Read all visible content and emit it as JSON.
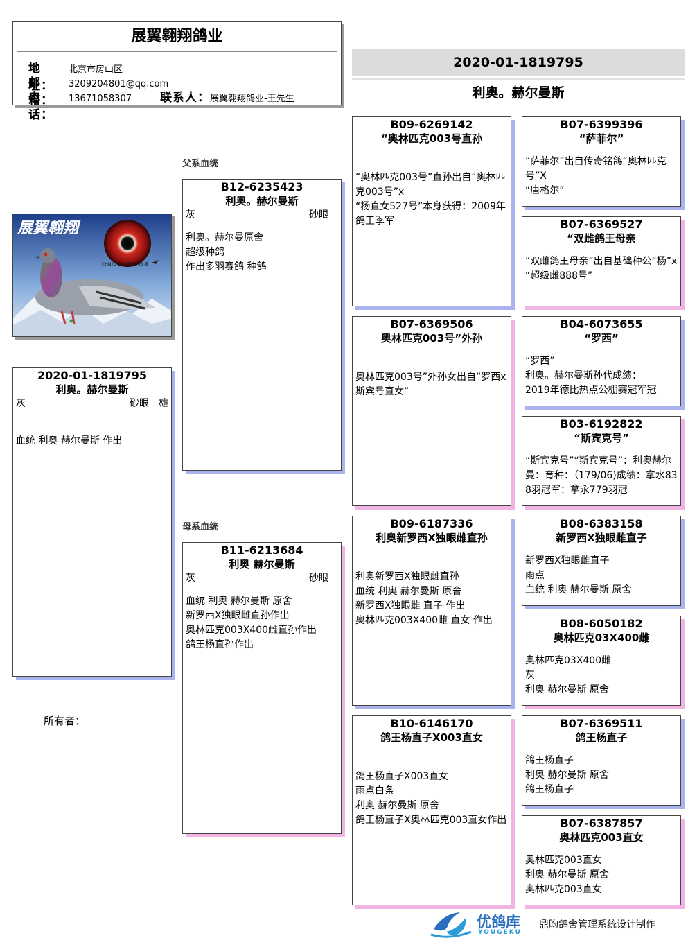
{
  "company": {
    "name": "展翼翱翔鸽业",
    "address_label": "地 址：",
    "address": "北京市房山区",
    "email_label": "邮 箱：",
    "email": "3209204801@qq.com",
    "phone_label": "电 话：",
    "phone": "13671058307",
    "contact_label": "联系人：",
    "contact": "展翼翱翔鸽业-王先生"
  },
  "header": {
    "ring": "2020-01-1819795",
    "name": "利奥。赫尔曼斯"
  },
  "sections": {
    "sire_line": "父系血统",
    "dam_line": "母系血统"
  },
  "photo": {
    "logo_text": "展翼翱翔",
    "caption": "CHN20-01-1819795 雄"
  },
  "subject": {
    "ring": "2020-01-1819795",
    "name": "利奥。赫尔曼斯",
    "color": "灰",
    "eye": "砂眼",
    "sex": "雄",
    "notes": "血统 利奥 赫尔曼斯 作出"
  },
  "owner": {
    "label": "所有者："
  },
  "sire": {
    "ring": "B12-6235423",
    "name": "利奥。赫尔曼斯",
    "color": "灰",
    "eye": "砂眼",
    "notes": "利奥。赫尔曼原舍\n超级种鸽\n作出多羽赛鸽 种鸽"
  },
  "dam": {
    "ring": "B11-6213684",
    "name": "利奥 赫尔曼斯",
    "color": "灰",
    "eye": "砂眼",
    "notes": "血统 利奥 赫尔曼斯 原舍\n新罗西X独眼雌直孙作出\n奥林匹克003X400雌直孙作出\n鸽王杨直孙作出"
  },
  "grandparents": [
    {
      "ring": "B09-6269142",
      "name": "“奥林匹克003号直孙",
      "notes": "“奥林匹克003号”直孙出自“奥林匹克003号”x\n“杨直女527号”本身获得：2009年鸽王季军"
    },
    {
      "ring": "B07-6369506",
      "name": "奥林匹克003号”外孙",
      "notes": "奥林匹克003号”外孙女出自“罗西x斯宾号直女”"
    },
    {
      "ring": "B09-6187336",
      "name": "利奥新罗西X独眼雌直孙",
      "notes": "利奥新罗西X独眼雌直孙\n血统 利奥 赫尔曼斯 原舍\n新罗西X独眼雌 直子 作出\n奥林匹克003X400雌 直女 作出"
    },
    {
      "ring": "B10-6146170",
      "name": "鸽王杨直子X003直女",
      "notes": "鸽王杨直子X003直女\n雨点白条\n利奥 赫尔曼斯 原舍\n鸽王杨直子X奥林匹克003直女作出"
    }
  ],
  "great_grandparents": [
    {
      "ring": "B07-6399396",
      "name": "“萨菲尔”",
      "notes": "“萨菲尔”出自传奇铭鸽“奥林匹克号”X\n“唐格尔”"
    },
    {
      "ring": "B07-6369527",
      "name": "“双雌鸽王母亲",
      "notes": "“双雌鸽王母亲”出自基础种公“杨”x\n“超级雌888号”"
    },
    {
      "ring": "B04-6073655",
      "name": "“罗西”",
      "notes": "“罗西”\n利奥。赫尔曼斯孙代成绩：\n2019年德比热点公棚赛冠军冠"
    },
    {
      "ring": "B03-6192822",
      "name": "“斯宾克号”",
      "notes": "“斯宾克号”“斯宾克号”：利奥赫尔曼：育种：（179/06)成绩：拿水838羽冠军：拿永779羽冠"
    },
    {
      "ring": "B08-6383158",
      "name": "新罗西X独眼雌直子",
      "notes": "新罗西X独眼雌直子\n雨点\n血统 利奥 赫尔曼斯 原舍"
    },
    {
      "ring": "B08-6050182",
      "name": "奥林匹克03X400雌",
      "notes": "奥林匹克03X400雌\n灰\n利奥 赫尔曼斯 原舍"
    },
    {
      "ring": "B07-6369511",
      "name": "鸽王杨直子",
      "notes": "鸽王杨直子\n利奥 赫尔曼斯 原舍\n鸽王杨直子"
    },
    {
      "ring": "B07-6387857",
      "name": "奥林匹克003直女",
      "notes": "奥林匹克003直女\n利奥 赫尔曼斯 原舍\n奥林匹克003直女"
    }
  ],
  "footer": {
    "brand": "优鸽库",
    "brand_sub": "YOUGEKU",
    "system": "鼎昀鸽舍管理系统设计制作"
  },
  "colors": {
    "sire_shadow": "#a9b4ef",
    "dam_shadow": "#f2b4e4",
    "header_band": "#dcdcdc",
    "brand_blue": "#2a6fc0"
  }
}
